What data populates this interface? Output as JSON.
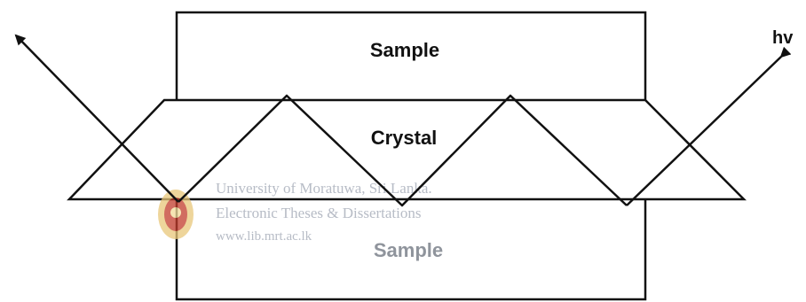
{
  "diagram": {
    "top_sample_label": "Sample",
    "crystal_label": "Crystal",
    "bottom_sample_label": "Sample",
    "photon_label": "hv",
    "watermark": {
      "line1": "University of Moratuwa, Sri Lanka.",
      "line2": "Electronic Theses & Dissertations",
      "line3": "www.lib.mrt.ac.lk",
      "logo": "university-crest-icon"
    }
  }
}
